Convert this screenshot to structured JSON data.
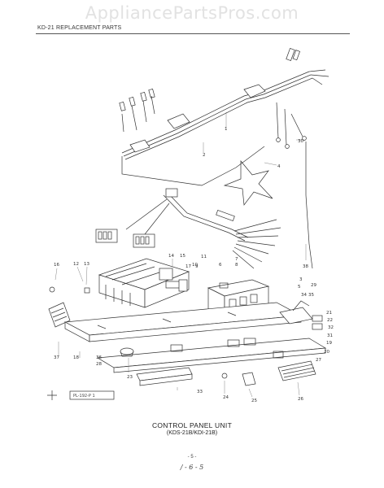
{
  "watermark": "AppliancePartsPros.com",
  "header": {
    "title": "KD-21 REPLACEMENT PARTS"
  },
  "figure_code": "PL-192-P  1",
  "caption": {
    "title": "CONTROL PANEL UNIT",
    "subtitle": "(KDS-21B/KDI-21B)"
  },
  "footer": {
    "page": "- 5 -",
    "code": "/ - 6 - 5"
  },
  "callouts": {
    "c1": "1",
    "c2": "2",
    "c3": "3",
    "c4": "4",
    "c5": "5",
    "c6": "6",
    "c7": "7",
    "c8": "8",
    "c9": "9",
    "c10": "10",
    "c11": "11",
    "c12": "12",
    "c13": "13",
    "c14": "14",
    "c15": "15",
    "c16": "16",
    "c17": "17",
    "c18": "18",
    "c19": "19",
    "c20": "20",
    "c21": "21",
    "c22": "22",
    "c23": "23",
    "c24": "24",
    "c25": "25",
    "c26": "26",
    "c27": "27",
    "c28": "28",
    "c29": "29",
    "c30": "30",
    "c31": "31",
    "c32": "32",
    "c33": "33",
    "c34": "34",
    "c35": "35",
    "c36": "36",
    "c37": "37",
    "c38": "38"
  }
}
